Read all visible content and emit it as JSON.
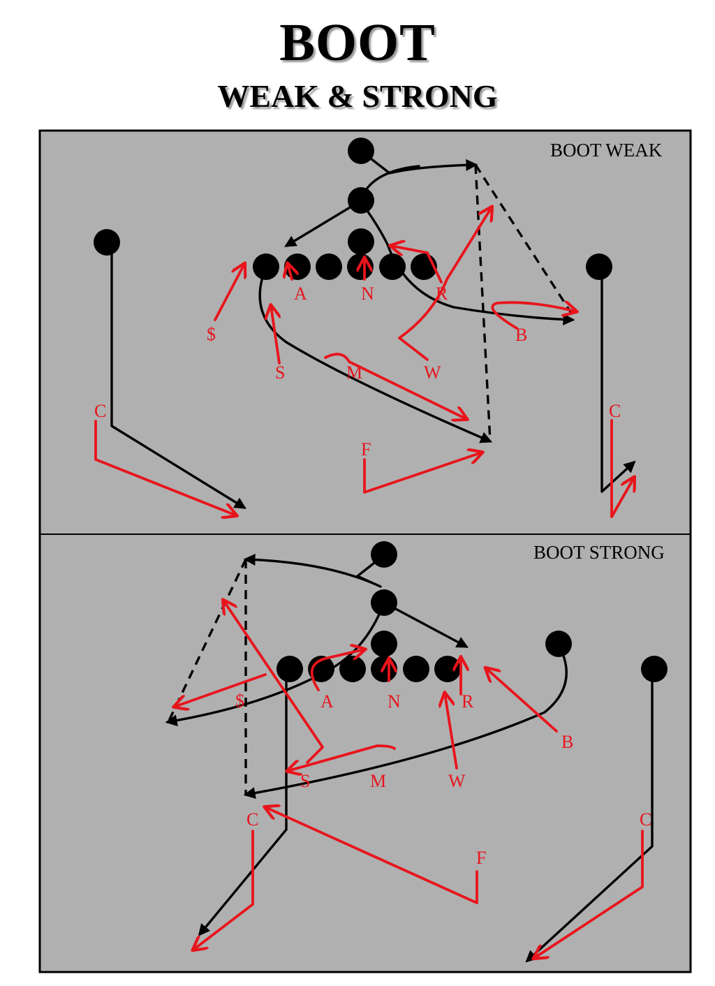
{
  "title": "BOOT",
  "subtitle": "WEAK & STRONG",
  "panels": [
    {
      "title": "BOOT WEAK",
      "labels": [
        "$",
        "A",
        "N",
        "R",
        "B",
        "S",
        "M",
        "W",
        "C",
        "C",
        "F"
      ]
    },
    {
      "title": "BOOT STRONG",
      "labels": [
        "$",
        "A",
        "N",
        "R",
        "B",
        "S",
        "M",
        "W",
        "C",
        "C",
        "F"
      ]
    }
  ],
  "colors": {
    "field": "#b0b0b0",
    "offense": "#000000",
    "defense": "#e8141c",
    "border": "#000000"
  }
}
